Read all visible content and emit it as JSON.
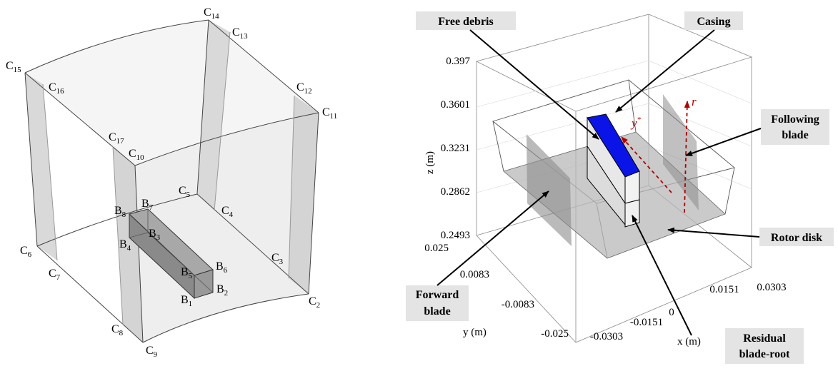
{
  "left_diagram": {
    "corner_labels": [
      {
        "base": "C",
        "sub": "15"
      },
      {
        "base": "C",
        "sub": "16"
      },
      {
        "base": "C",
        "sub": "14"
      },
      {
        "base": "C",
        "sub": "13"
      },
      {
        "base": "C",
        "sub": "12"
      },
      {
        "base": "C",
        "sub": "11"
      },
      {
        "base": "C",
        "sub": "17"
      },
      {
        "base": "C",
        "sub": "10"
      },
      {
        "base": "C",
        "sub": "5"
      },
      {
        "base": "C",
        "sub": "4"
      },
      {
        "base": "C",
        "sub": "6"
      },
      {
        "base": "C",
        "sub": "7"
      },
      {
        "base": "C",
        "sub": "3"
      },
      {
        "base": "C",
        "sub": "2"
      },
      {
        "base": "C",
        "sub": "8"
      },
      {
        "base": "C",
        "sub": "9"
      }
    ],
    "block_labels": [
      {
        "base": "B",
        "sub": "8"
      },
      {
        "base": "B",
        "sub": "7"
      },
      {
        "base": "B",
        "sub": "3"
      },
      {
        "base": "B",
        "sub": "4"
      },
      {
        "base": "B",
        "sub": "6"
      },
      {
        "base": "B",
        "sub": "5"
      },
      {
        "base": "B",
        "sub": "2"
      },
      {
        "base": "B",
        "sub": "1"
      }
    ]
  },
  "right_diagram": {
    "annotations": {
      "free_debris": "Free debris",
      "casing": "Casing",
      "following_blade": [
        "Following",
        "blade"
      ],
      "rotor_disk": "Rotor disk",
      "forward_blade": [
        "Forward",
        "blade"
      ],
      "residual_root": [
        "Residual",
        "blade-root"
      ]
    },
    "axes": {
      "z_label": "z (m)",
      "y_label": "y (m)",
      "x_label": "x (m)",
      "z_ticks": [
        "0.397",
        "0.3601",
        "0.3231",
        "0.2862",
        "0.2493"
      ],
      "y_ticks": [
        "0.025",
        "0.0083",
        "-0.0083",
        "-0.025"
      ],
      "x_ticks": [
        "-0.0303",
        "-0.0151",
        "0",
        "0.0151",
        "0.0303"
      ]
    },
    "vector_labels": {
      "r": "r",
      "y_star": "y",
      "y_star_sup": "*"
    },
    "colors": {
      "debris": "#0a14e6",
      "vectors": "#b00000",
      "annotation_box": "#e4e4e4"
    }
  }
}
